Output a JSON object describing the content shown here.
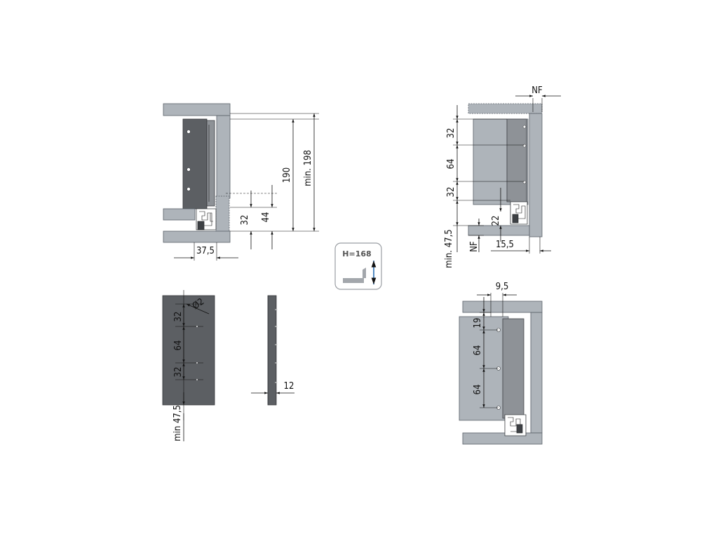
{
  "badge": {
    "label": "H=168",
    "accent": "#2a6fb6"
  },
  "view_top_left": {
    "d_190": "190",
    "d_min198": "min. 198",
    "d_32": "32",
    "d_44": "44",
    "d_37_5": "37,5"
  },
  "view_top_right": {
    "d_nf_top": "NF",
    "d_32a": "32",
    "d_64": "64",
    "d_32b": "32",
    "d_22": "22",
    "d_min47_5": "min. 47,5",
    "d_nf_bottom": "NF",
    "d_15_5": "15,5"
  },
  "view_front_panel": {
    "d_dia2": "Ø2",
    "d_32a": "32",
    "d_64": "64",
    "d_32b": "32",
    "d_min47_5": "min 47,5"
  },
  "view_side_panel": {
    "d_12": "12"
  },
  "view_bottom_right": {
    "d_9_5": "9,5",
    "d_19": "19",
    "d_64a": "64",
    "d_64b": "64"
  }
}
